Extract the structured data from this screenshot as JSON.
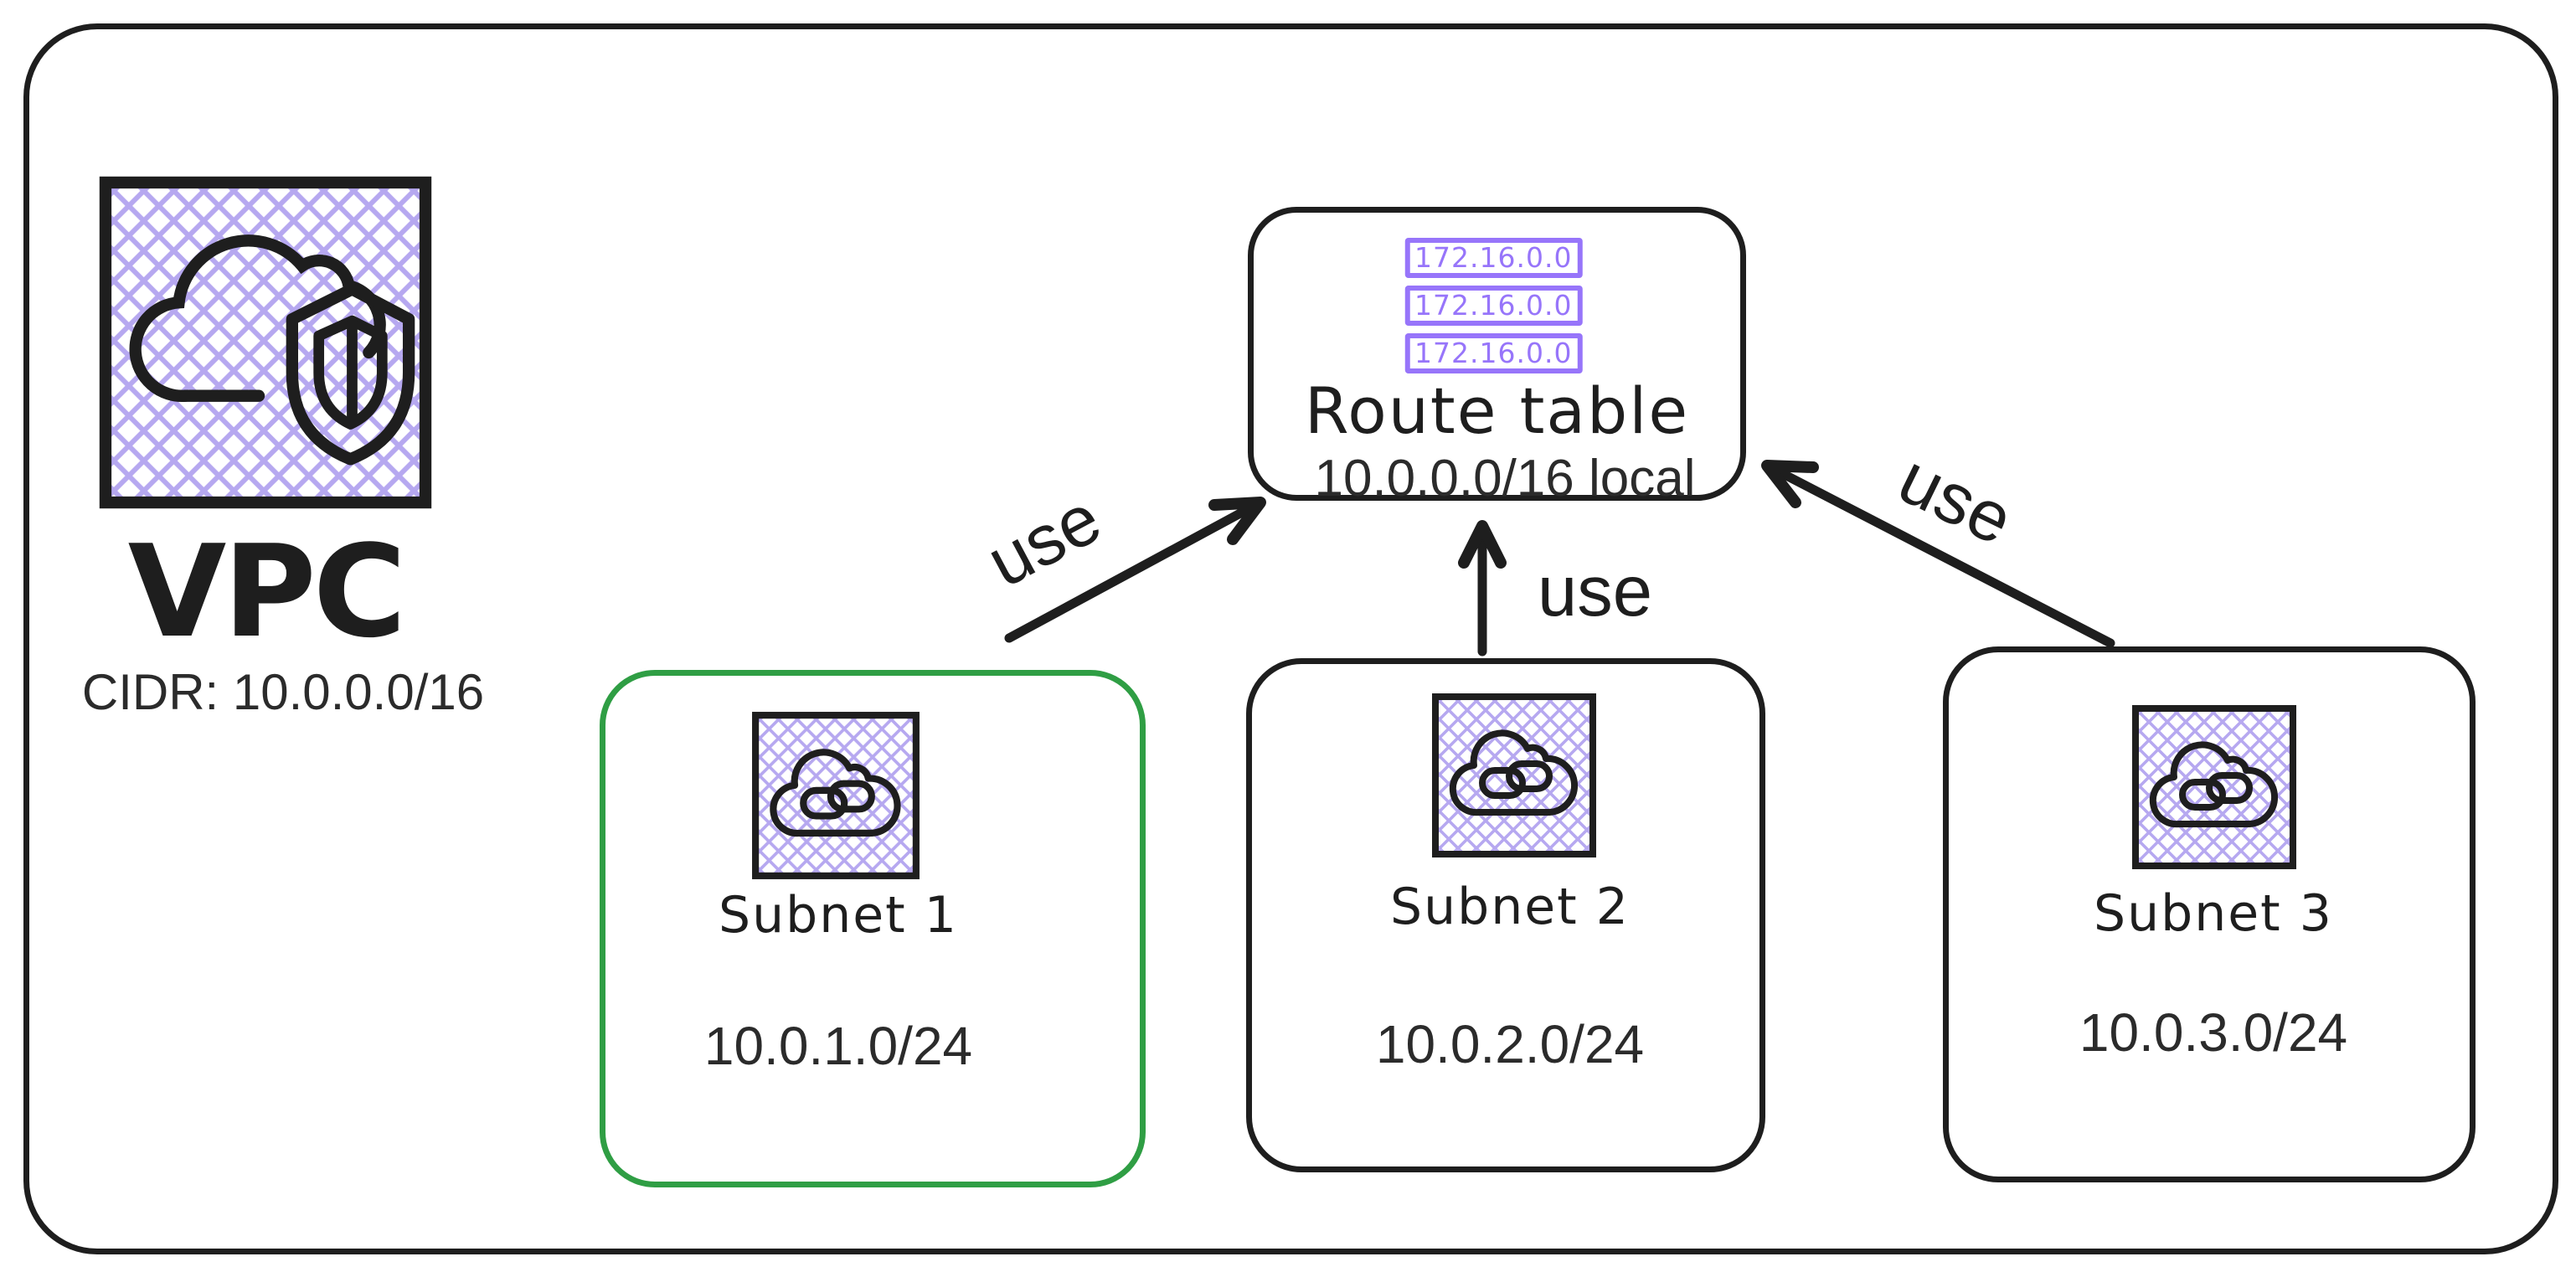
{
  "diagram_title": "VPC routing diagram",
  "colors": {
    "stroke": "#1e1e1e",
    "purple": "#9775fa",
    "purple_hatch": "#b6a8f0",
    "green_highlight": "#2f9e44",
    "background": "#ffffff"
  },
  "vpc": {
    "label": "VPC",
    "cidr": "CIDR: 10.0.0.0/16",
    "icon": "cloud-shield-icon"
  },
  "route_table": {
    "label": "Route table",
    "local_route": "10.0.0.0/16 local",
    "entries": [
      "172.16.0.0",
      "172.16.0.0",
      "172.16.0.0"
    ]
  },
  "subnets": [
    {
      "name": "Subnet 1",
      "cidr": "10.0.1.0/24",
      "highlighted": true,
      "border_color": "#2f9e44",
      "icon": "cloud-link-icon"
    },
    {
      "name": "Subnet 2",
      "cidr": "10.0.2.0/24",
      "highlighted": false,
      "border_color": "#1e1e1e",
      "icon": "cloud-link-icon"
    },
    {
      "name": "Subnet 3",
      "cidr": "10.0.3.0/24",
      "highlighted": false,
      "border_color": "#1e1e1e",
      "icon": "cloud-link-icon"
    }
  ],
  "arrows": [
    {
      "from": "Subnet 1",
      "to": "Route table",
      "label": "use"
    },
    {
      "from": "Subnet 2",
      "to": "Route table",
      "label": "use"
    },
    {
      "from": "Subnet 3",
      "to": "Route table",
      "label": "use"
    }
  ]
}
